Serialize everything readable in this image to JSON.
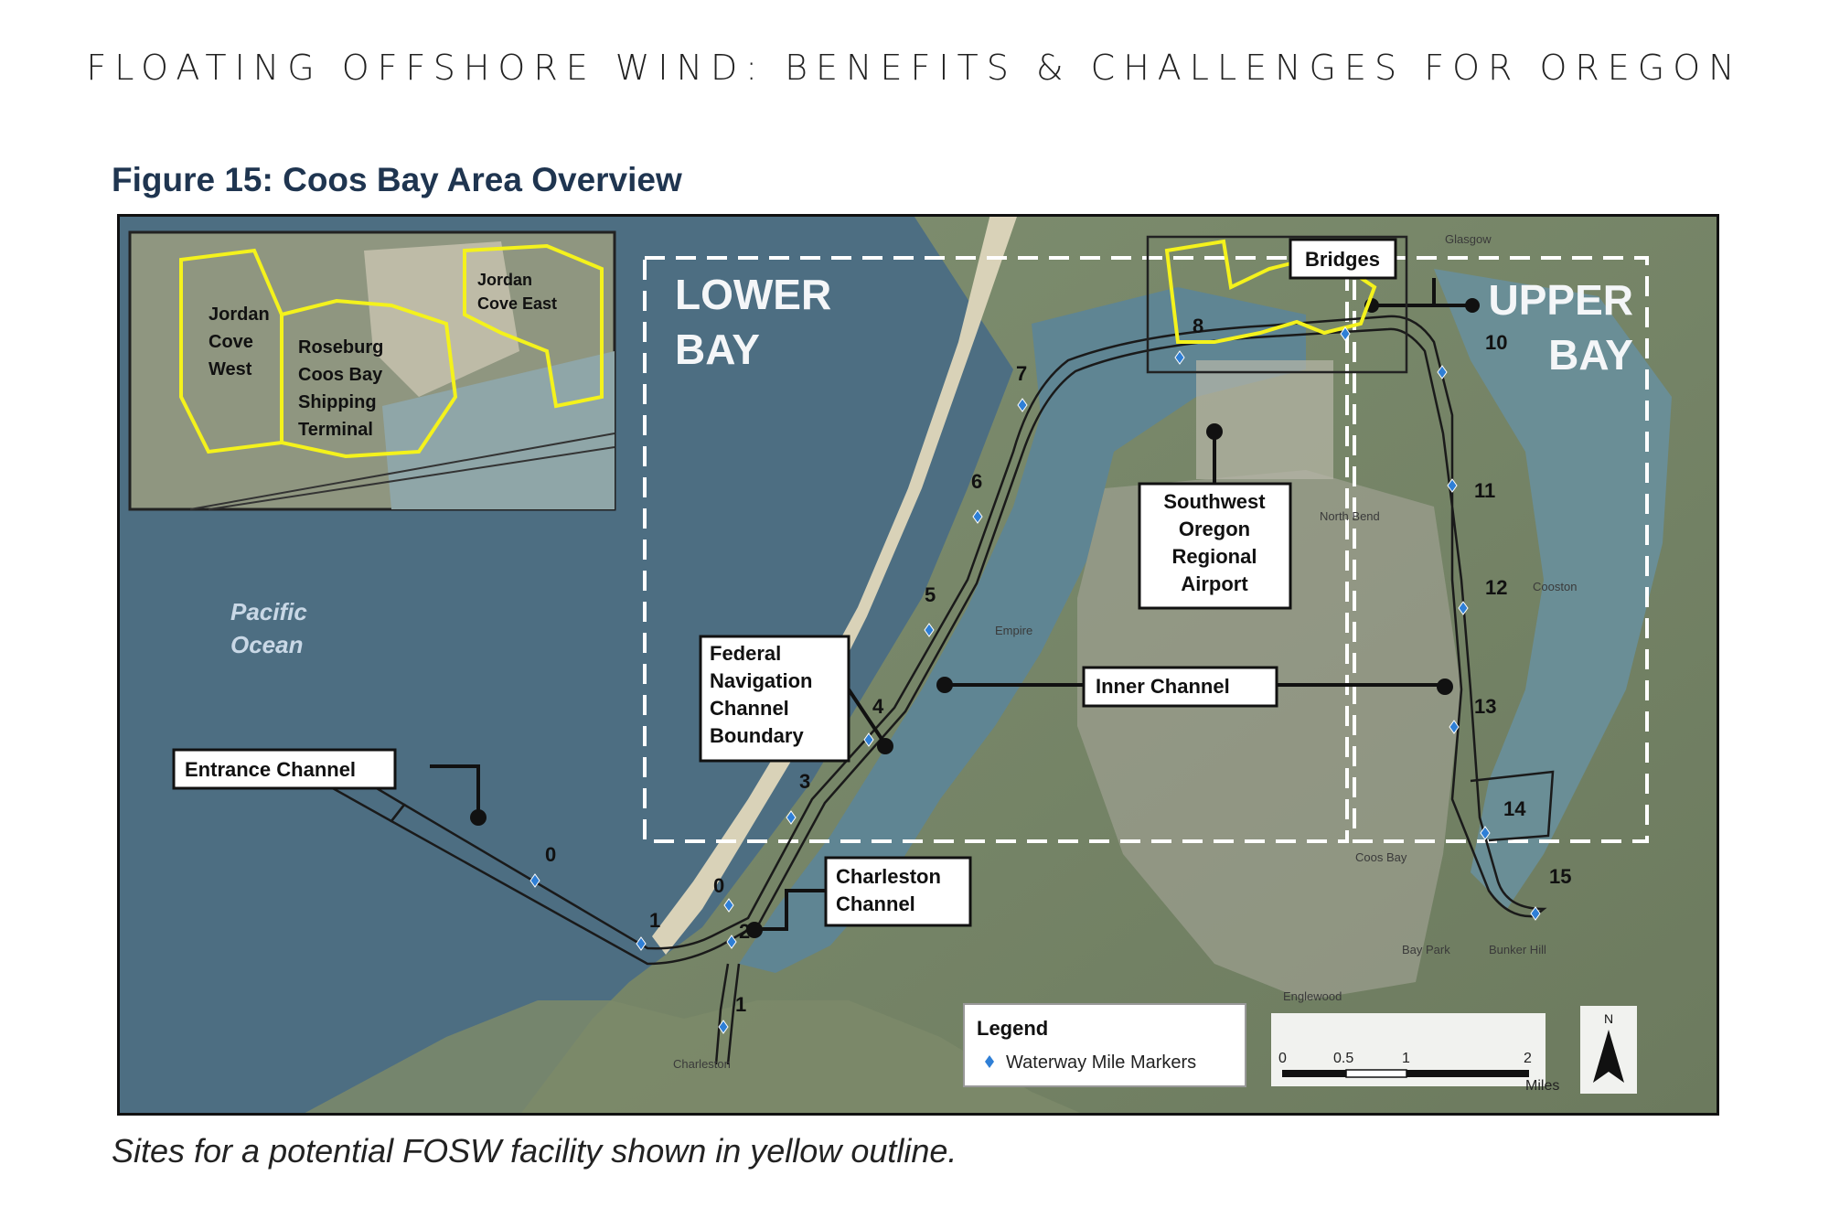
{
  "header": "FLOATING OFFSHORE WIND: BENEFITS & CHALLENGES FOR OREGON",
  "figure_title": "Figure 15: Coos Bay Area Overview",
  "caption": "Sites for a potential FOSW facility shown in yellow outline.",
  "map": {
    "ocean_label_1": "Pacific",
    "ocean_label_2": "Ocean",
    "lower_bay_1": "LOWER",
    "lower_bay_2": "BAY",
    "upper_bay_1": "UPPER",
    "upper_bay_2": "BAY",
    "callouts": {
      "entrance": "Entrance Channel",
      "federal_1": "Federal",
      "federal_2": "Navigation",
      "federal_3": "Channel",
      "federal_4": "Boundary",
      "charleston_1": "Charleston",
      "charleston_2": "Channel",
      "inner": "Inner Channel",
      "airport_1": "Southwest",
      "airport_2": "Oregon",
      "airport_3": "Regional",
      "airport_4": "Airport",
      "bridges": "Bridges"
    },
    "inset": {
      "jcw_1": "Jordan",
      "jcw_2": "Cove",
      "jcw_3": "West",
      "jce_1": "Jordan",
      "jce_2": "Cove East",
      "rb_1": "Roseburg",
      "rb_2": "Coos Bay",
      "rb_3": "Shipping",
      "rb_4": "Terminal"
    },
    "mile_markers": [
      "0",
      "1",
      "0",
      "2",
      "1",
      "3",
      "4",
      "5",
      "6",
      "7",
      "8",
      "10",
      "11",
      "12",
      "13",
      "14",
      "15"
    ],
    "towns": {
      "glasgow": "Glasgow",
      "empire": "Empire",
      "north_bend": "North Bend",
      "coos_bay": "Coos Bay",
      "bay_park": "Bay Park",
      "bunker_hill": "Bunker Hill",
      "englewood": "Englewood",
      "charleston": "Charleston",
      "cooston": "Cooston"
    },
    "legend": {
      "title": "Legend",
      "item": "Waterway Mile Markers"
    },
    "scale": {
      "ticks": [
        "0",
        "0.5",
        "1",
        "2"
      ],
      "unit": "Miles"
    },
    "north": "N",
    "colors": {
      "site_outline": "#f4f21c",
      "mile_marker": "#2f7fd6",
      "channel": "#1a1a1a"
    }
  }
}
